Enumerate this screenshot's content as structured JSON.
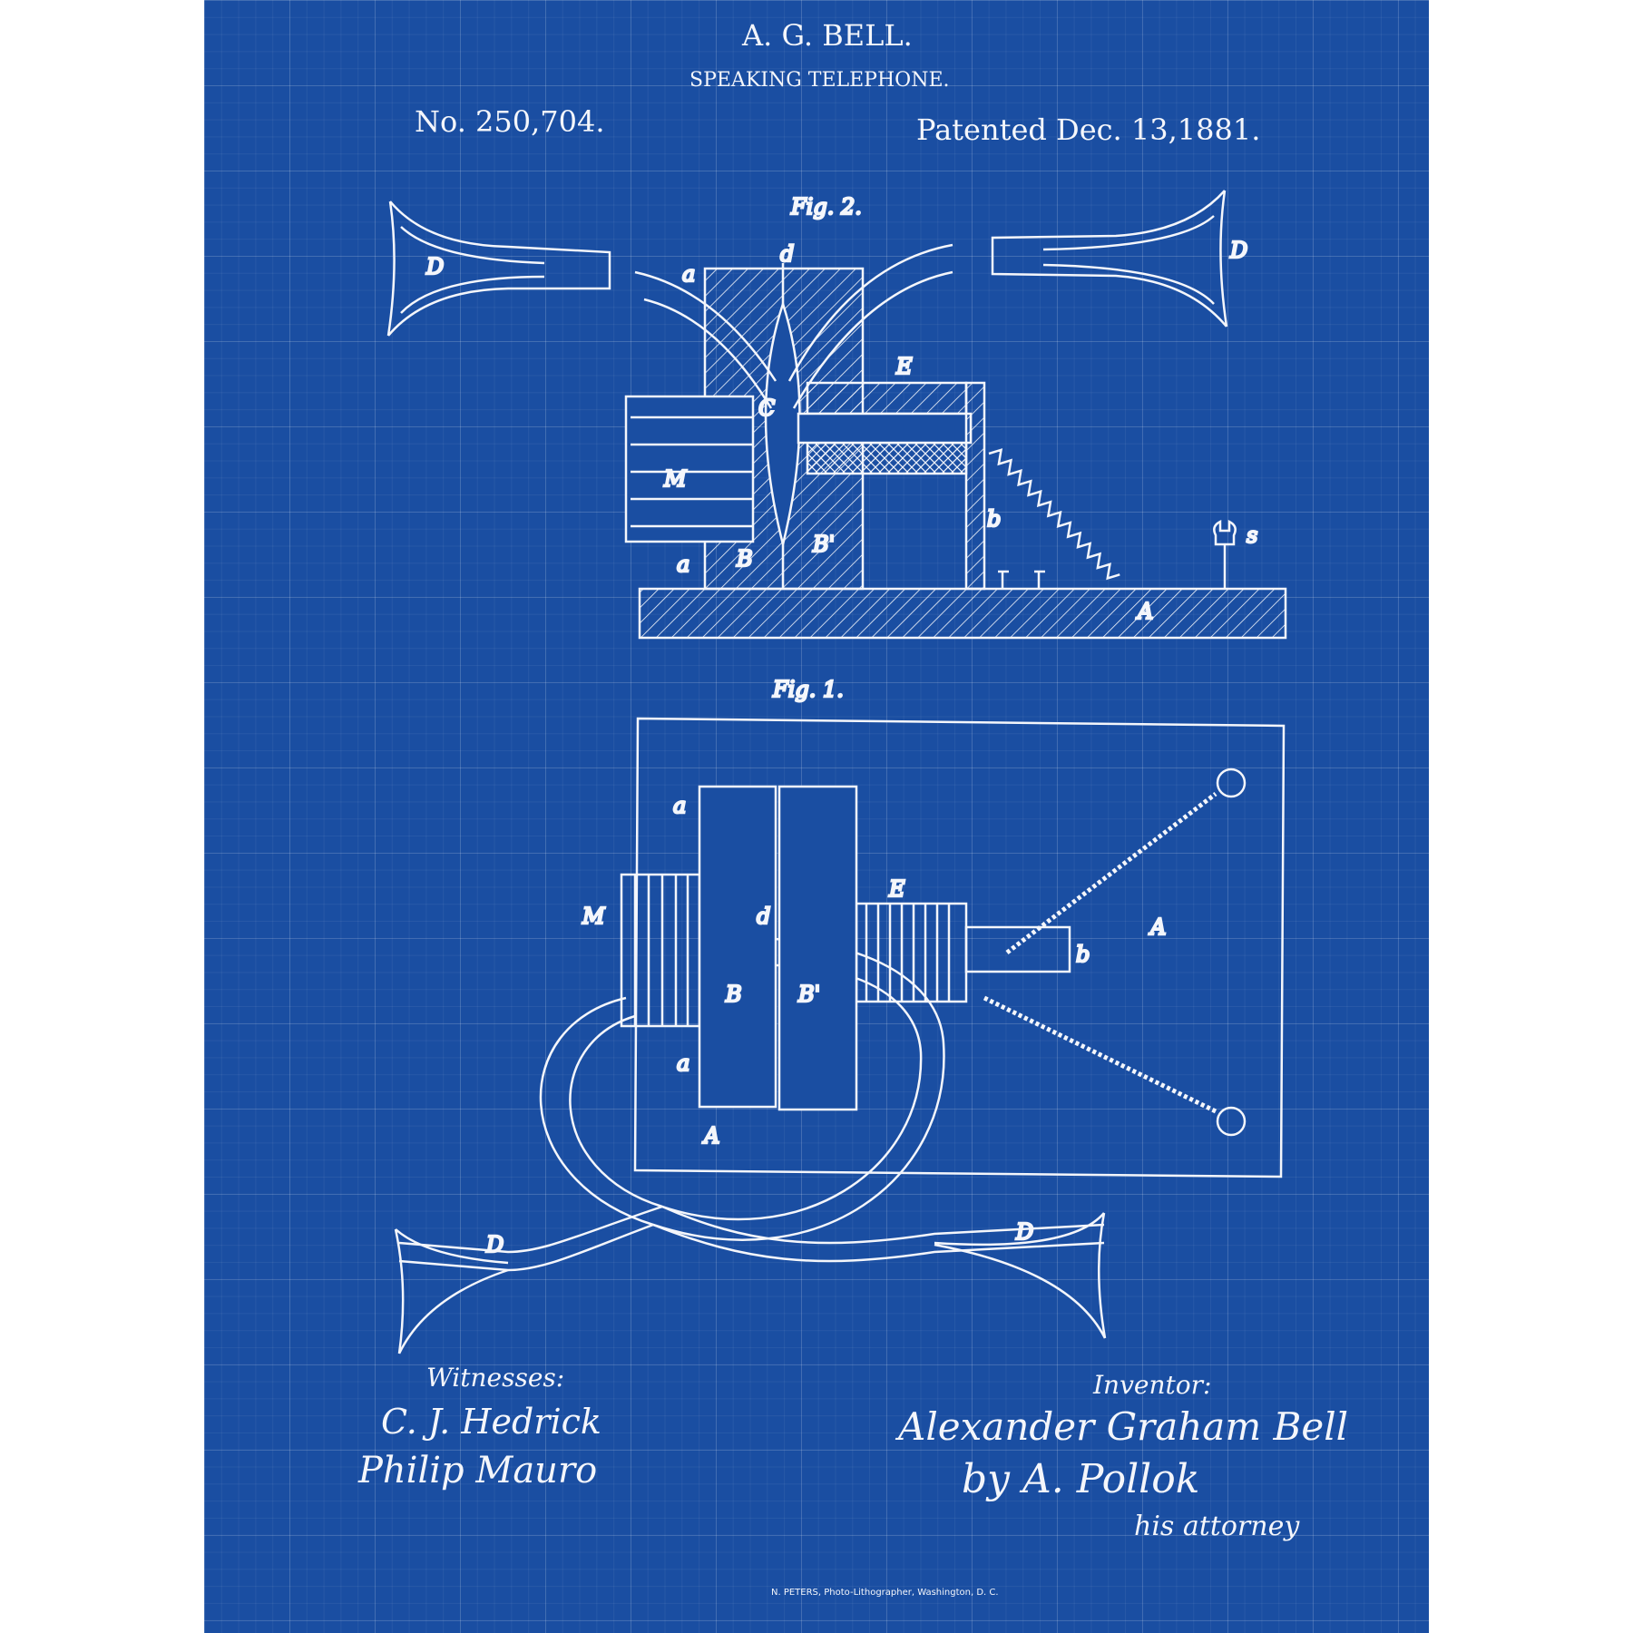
{
  "header": {
    "inventor_name": "A. G. BELL.",
    "title": "SPEAKING TELEPHONE.",
    "patent_number": "No. 250,704.",
    "patent_date": "Patented Dec. 13,1881."
  },
  "figures": [
    {
      "label": "Fig. 2.",
      "parts": [
        "D",
        "D",
        "a",
        "d",
        "E",
        "C",
        "M",
        "b",
        "s",
        "a",
        "B",
        "B'",
        "A"
      ]
    },
    {
      "label": "Fig. 1.",
      "parts": [
        "a",
        "E",
        "M",
        "d",
        "A",
        "b",
        "B",
        "B'",
        "a",
        "A",
        "D",
        "D"
      ]
    }
  ],
  "witnesses": {
    "heading": "Witnesses:",
    "names": [
      "C. J. Hedrick",
      "Philip Mauro"
    ]
  },
  "inventor": {
    "heading": "Inventor:",
    "name": "Alexander Graham Bell",
    "by_line": "by A. Pollok",
    "attorney": "his attorney"
  },
  "footer": "N. PETERS, Photo-Lithographer, Washington, D. C.",
  "colors": {
    "background": "#1a4ea2",
    "ink": "#f4f6fb"
  }
}
